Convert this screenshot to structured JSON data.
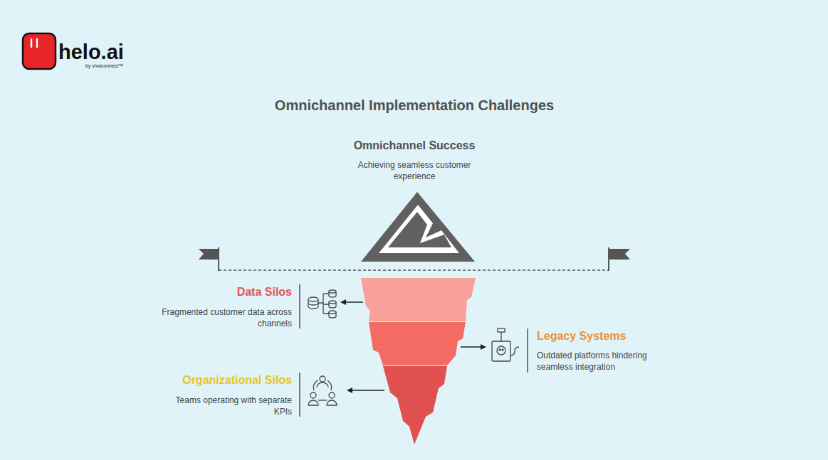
{
  "diagram": {
    "title": "Omnichannel Implementation Challenges",
    "labels": [
      "helo.ai",
      "by vivaconnect™",
      "Omnichannel Success",
      "Achieving seamless customer experience",
      "Data Silos",
      "Fragmented customer data across channels",
      "Legacy Systems",
      "Outdated platforms hindering seamless integration",
      "Organizational Silos",
      "Teams operating with separate KPIs"
    ]
  }
}
